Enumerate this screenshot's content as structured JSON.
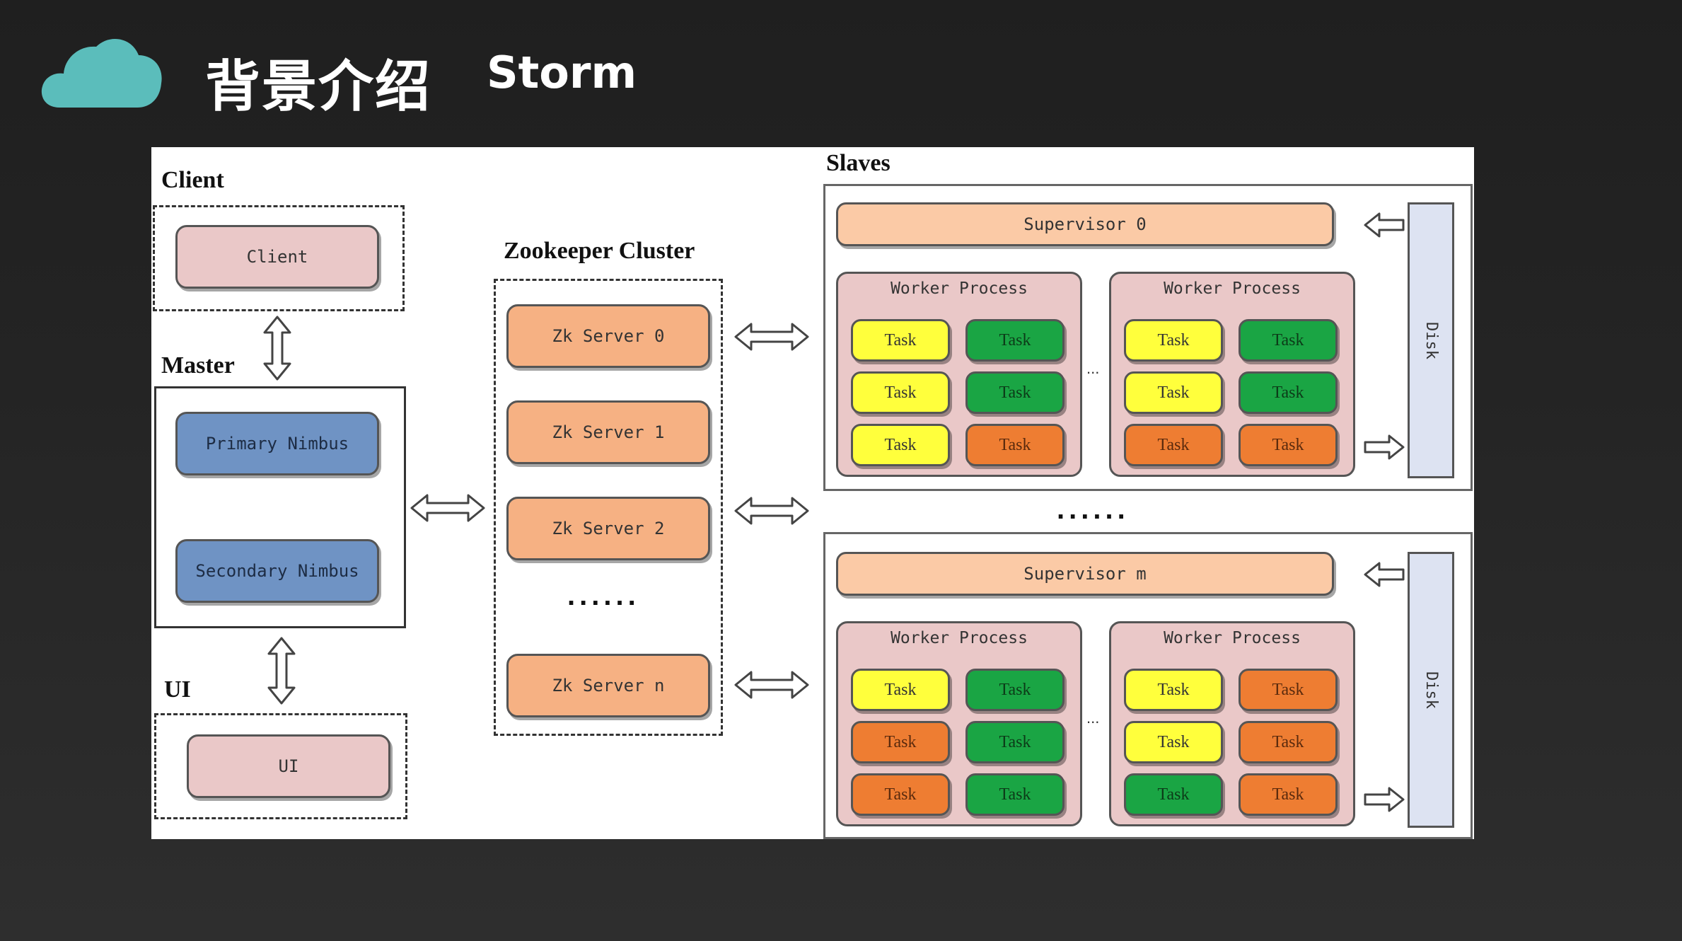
{
  "header": {
    "title": "背景介绍",
    "subtitle": "Storm"
  },
  "icons": {
    "logo": "cloud-icon"
  },
  "colors": {
    "cloud": "#5bbdbb",
    "pink": "#eac8c8",
    "blue": "#6f93c4",
    "orange": "#f6b183",
    "yellow": "#ffff3c",
    "green": "#1aa544",
    "dark_orange": "#ee7d32"
  },
  "diagram": {
    "client_section": "Client",
    "client_box": "Client",
    "master_section": "Master",
    "primary_nimbus": "Primary Nimbus",
    "secondary_nimbus": "Secondary Nimbus",
    "ui_section": "UI",
    "ui_box": "UI",
    "zk_section": "Zookeeper Cluster",
    "zk_servers": [
      "Zk Server 0",
      "Zk Server 1",
      "Zk Server 2",
      "Zk Server n"
    ],
    "zk_dots": "......",
    "slaves_section": "Slaves",
    "slave_dots": "......",
    "supervisors": [
      "Supervisor 0",
      "Supervisor m"
    ],
    "worker_label": "Worker Process",
    "task_label": "Task",
    "ellipsis": "...",
    "disk_label": "Disk"
  }
}
